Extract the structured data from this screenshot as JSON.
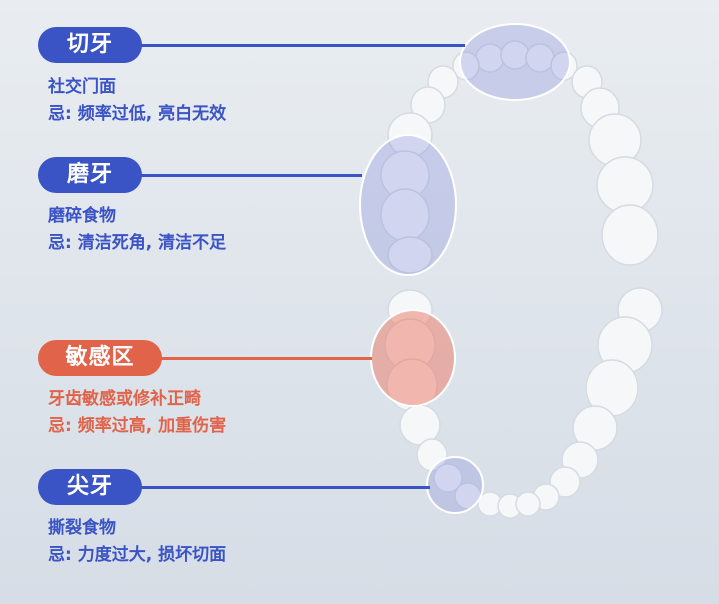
{
  "sections": [
    {
      "title": "切牙",
      "line1": "社交门面",
      "line2": "忌: 频率过低, 亮白无效"
    },
    {
      "title": "磨牙",
      "line1": "磨碎食物",
      "line2": "忌: 清洁死角, 清洁不足"
    },
    {
      "title": "敏感区",
      "line1": "牙齿敏感或修补正畸",
      "line2": "忌: 频率过高, 加重伤害"
    },
    {
      "title": "尖牙",
      "line1": "撕裂食物",
      "line2": "忌: 力度过大, 损坏切面"
    }
  ],
  "colors": {
    "blue": "#3a53c5",
    "red": "#e0634a"
  }
}
